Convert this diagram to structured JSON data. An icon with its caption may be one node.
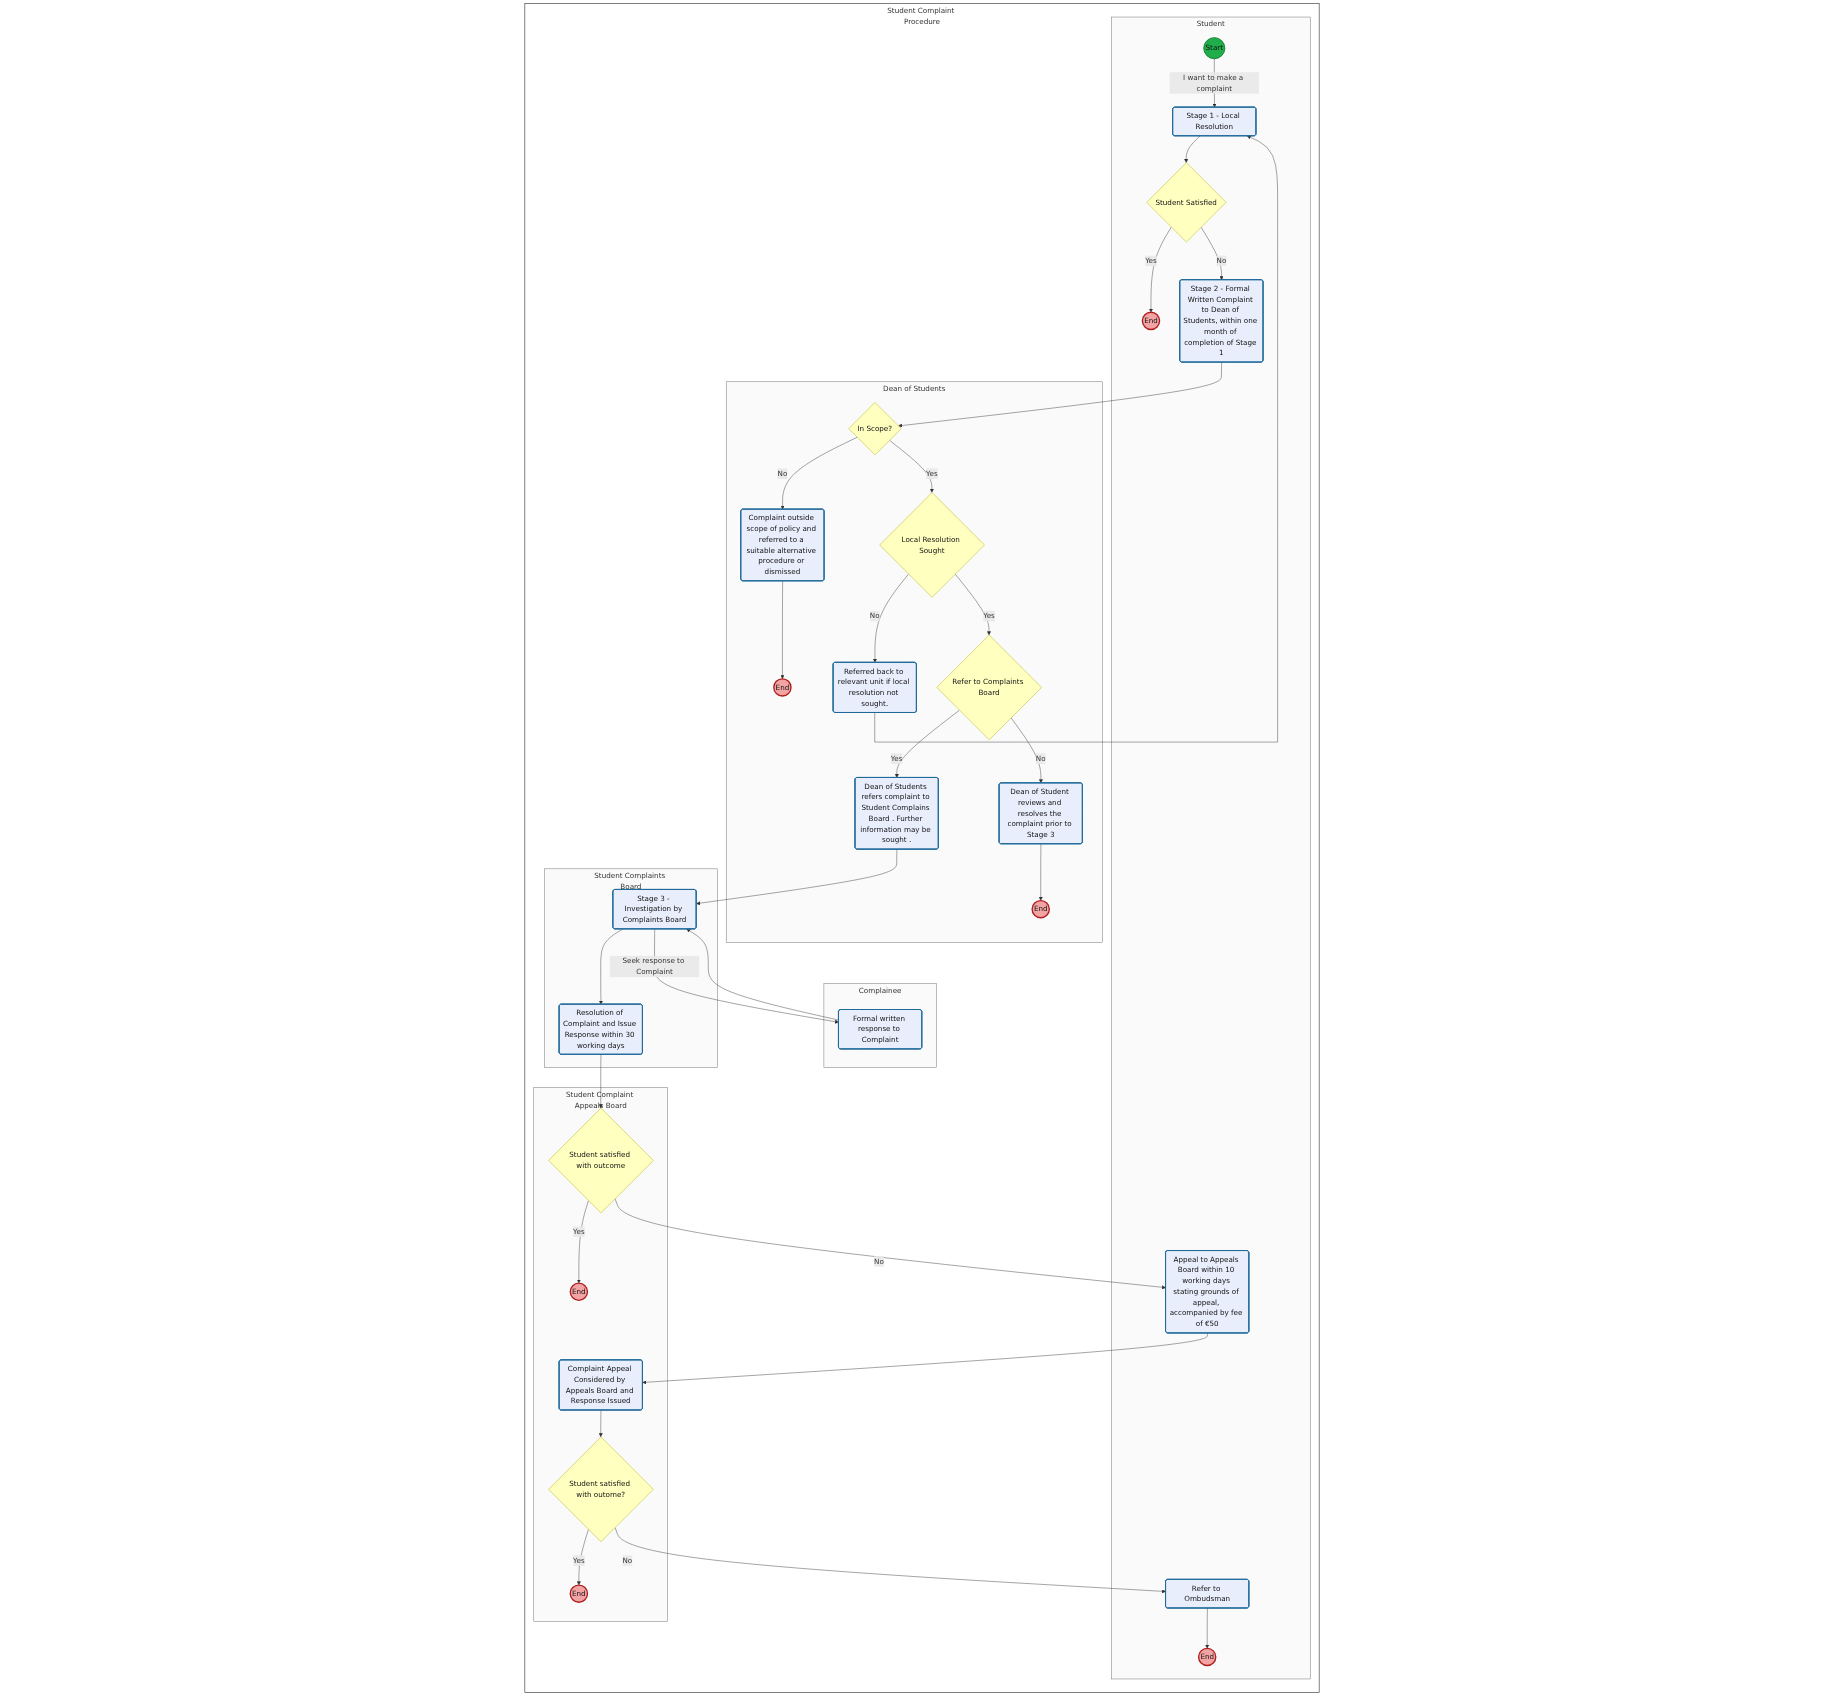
{
  "diagram": {
    "nodes": [
      {
        "text": [
          "Student Complaint Procedure"
        ]
      },
      {
        "text": [
          "Student"
        ],
        "in": 0
      },
      {
        "text": [
          "Start"
        ],
        "in": 1
      },
      {
        "text": [
          "Stage 1 - Local Resolution"
        ],
        "in": 1
      },
      {
        "text": [
          "Student Satisfied"
        ],
        "in": 1
      },
      {
        "text": [
          "End"
        ],
        "in": 1
      },
      {
        "text": [
          "Stage 2 - Formal Written Complaint to Dean of Students, within one month of completion of Stage 1"
        ],
        "in": 1
      },
      {
        "text": [
          "Refer to Ombudsman"
        ],
        "in": 1
      },
      {
        "text": [
          "End"
        ],
        "in": 1
      },
      {
        "text": [
          "Appeal to Appeals Board within 10 working days stating grounds of appeal, accompanied by fee of €50"
        ],
        "in": 1
      },
      {
        "text": [
          "Dean of Students"
        ],
        "in": 0
      },
      {
        "text": [
          "In Scope?"
        ],
        "in": 10
      },
      {
        "text": [
          "Complaint outside scope of policy and referred to a suitable alternative procedure or dismissed"
        ],
        "in": 10
      },
      {
        "text": [
          "End"
        ],
        "in": 10
      },
      {
        "text": [
          "Referred back to relevant unit if local resolution not sought."
        ],
        "in": 10
      },
      {
        "text": [
          "Local Resolution Sought"
        ],
        "in": 10
      },
      {
        "text": [
          "Dean of Students refers complaint to Student Complains Board . Further information may be sought ."
        ],
        "in": 10
      },
      {
        "text": [
          "Refer to Complaints Board"
        ],
        "in": 10
      },
      {
        "text": [
          "Dean of Student reviews and resolves the complaint prior to Stage 3"
        ],
        "in": 10
      },
      {
        "text": [
          "End"
        ],
        "in": 10
      },
      {
        "text": [
          "Student Complaints Board"
        ],
        "in": 0
      },
      {
        "text": [
          "Stage 3 - Investigation by Complaints Board"
        ],
        "in": 20
      },
      {
        "text": [
          "Resolution of Complaint and Issue Response within 30 working days"
        ],
        "in": 20
      },
      {
        "text": [
          "Complainee"
        ],
        "in": 0
      },
      {
        "text": [
          "Formal written response to Complaint"
        ],
        "in": 23
      },
      {
        "text": [
          "Student Complaint Appeals Board"
        ],
        "in": 0
      },
      {
        "text": [
          "Student satisfied with outcome"
        ],
        "in": 25
      },
      {
        "text": [
          "End"
        ],
        "in": 25
      },
      {
        "text": [
          "Complaint Appeal Considered by Appeals Board and Response Issued"
        ],
        "in": 25
      },
      {
        "text": [
          "Student satisfied with outome?"
        ],
        "in": 25
      },
      {
        "text": [
          "End"
        ],
        "in": 25
      }
    ],
    "edges": [
      {
        "from": 2,
        "to": 3,
        "arrow": "to",
        "label": "I want to make a complaint"
      },
      {
        "from": 3,
        "to": 4,
        "arrow": "to"
      },
      {
        "from": 4,
        "to": 5,
        "arrow": "to",
        "label": "Yes"
      },
      {
        "from": 4,
        "to": 6,
        "arrow": "to",
        "label": "No"
      },
      {
        "from": 6,
        "to": 11,
        "arrow": "to"
      },
      {
        "from": 11,
        "to": 12,
        "arrow": "to",
        "label": "No"
      },
      {
        "from": 12,
        "to": 13,
        "arrow": "to"
      },
      {
        "from": 11,
        "to": 15,
        "arrow": "to",
        "label": "Yes"
      },
      {
        "from": 15,
        "to": 14,
        "arrow": "to",
        "label": "No"
      },
      {
        "from": 14,
        "to": 3,
        "arrow": "to"
      },
      {
        "from": 15,
        "to": 17,
        "arrow": "to",
        "label": "Yes"
      },
      {
        "from": 17,
        "to": 16,
        "arrow": "to",
        "label": "Yes"
      },
      {
        "from": 17,
        "to": 18,
        "arrow": "to",
        "label": "No"
      },
      {
        "from": 18,
        "to": 19,
        "arrow": "to"
      },
      {
        "from": 16,
        "to": 21,
        "arrow": "to"
      },
      {
        "from": 21,
        "to": 24,
        "arrow": "to",
        "label": "Seek response to Complaint"
      },
      {
        "from": 24,
        "to": 21,
        "arrow": "to"
      },
      {
        "from": 21,
        "to": 22,
        "arrow": "to"
      },
      {
        "from": 22,
        "to": 26,
        "arrow": "to"
      },
      {
        "from": 26,
        "to": 27,
        "arrow": "to",
        "label": "Yes"
      },
      {
        "from": 26,
        "to": 9,
        "arrow": "to",
        "label": "No"
      },
      {
        "from": 9,
        "to": 28,
        "arrow": "to"
      },
      {
        "from": 28,
        "to": 29,
        "arrow": "to"
      },
      {
        "from": 29,
        "to": 30,
        "arrow": "to",
        "label": "Yes"
      },
      {
        "from": 29,
        "to": 7,
        "arrow": "to",
        "label": "No"
      },
      {
        "from": 7,
        "to": 8,
        "arrow": "to"
      }
    ]
  }
}
